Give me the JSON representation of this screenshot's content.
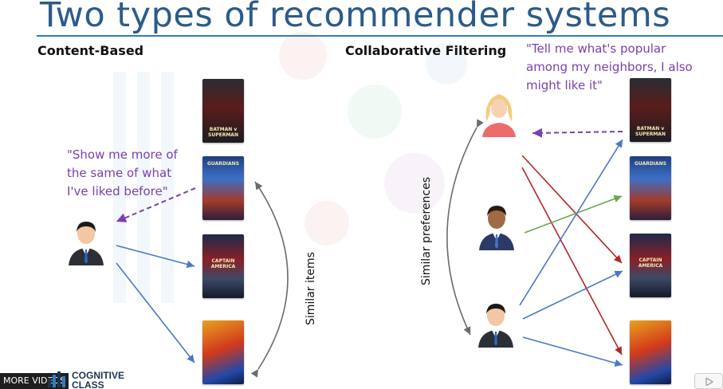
{
  "slide": {
    "title": "Two types of recommender systems",
    "content_based": {
      "label": "Content-Based",
      "quote_lines": [
        "\"Show me more of",
        "the same of what",
        "I've liked before\""
      ],
      "rotated_label": "Similar items"
    },
    "collaborative": {
      "label": "Collaborative Filtering",
      "quote_lines": [
        "\"Tell me what's popular",
        "among my neighbors, I also",
        "might like it\""
      ],
      "rotated_label": "Similar preferences"
    },
    "posters": [
      {
        "icon": "superhero-movie-poster-icon",
        "caption": "BATMAN v SUPERMAN"
      },
      {
        "icon": "space-team-movie-poster-icon",
        "caption": "GUARDIANS"
      },
      {
        "icon": "shield-hero-movie-poster-icon",
        "caption": "CAPTAIN AMERICA"
      },
      {
        "icon": "spider-hero-movie-poster-icon",
        "caption": ""
      }
    ],
    "users": [
      "businessman-icon",
      "blonde-woman-icon",
      "brown-skin-man-icon",
      "businessman-icon"
    ],
    "colors": {
      "title": "#2b5b8a",
      "rule": "#2f7cc4",
      "quote": "#7a3fb0",
      "arrow_blue": "#4a78c6",
      "arrow_red": "#b3262a",
      "arrow_green": "#6aa84f",
      "arrow_gray": "#6b6b6b"
    }
  },
  "player": {
    "more_videos_label": "MORE VIDEOS",
    "logo_line1": "COGNITIVE",
    "logo_line2": "CLASS",
    "logo_icon": "cognitive-class-logo-icon",
    "play_icon": "play-icon"
  }
}
